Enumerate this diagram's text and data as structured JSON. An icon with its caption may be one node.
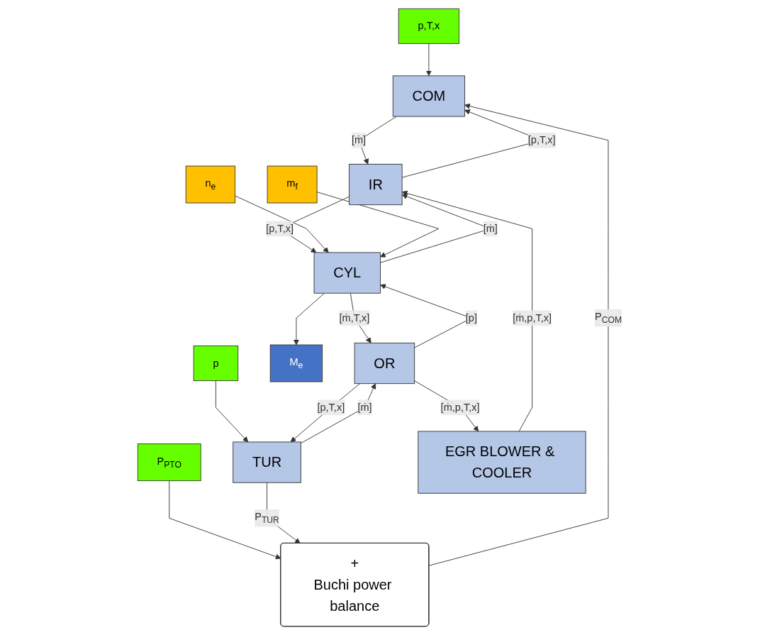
{
  "diagram": {
    "nodes": [
      {
        "text": [
          "p,T,x"
        ]
      },
      {
        "text": [
          "P$_{PTO}$"
        ]
      },
      {
        "text": [
          "p"
        ]
      },
      {
        "text": [
          "COM"
        ]
      },
      {
        "text": [
          "+",
          "Buchi power balance"
        ]
      },
      {
        "text": [
          "TUR"
        ]
      },
      {
        "text": [
          "EGR BLOWER & COOLER"
        ]
      },
      {
        "text": [
          "M$_{e}$"
        ]
      },
      {
        "text": [
          "IR"
        ]
      },
      {
        "text": [
          "CYL"
        ]
      },
      {
        "text": [
          "OR"
        ]
      },
      {
        "text": [
          "n$_{e}$"
        ]
      },
      {
        "text": [
          "m$_{f}$"
        ]
      }
    ],
    "edges": [
      {
        "from": 0,
        "to": 3,
        "arrow": "to"
      },
      {
        "from": 1,
        "to": 4,
        "arrow": "to"
      },
      {
        "from": 2,
        "to": 5,
        "arrow": "to"
      },
      {
        "from": 4,
        "to": 3,
        "arrow": "to",
        "label": "P$_{COM}$"
      },
      {
        "from": 5,
        "to": 4,
        "arrow": "to",
        "label": "P$_{TUR}$"
      },
      {
        "from": 3,
        "to": 8,
        "arrow": "to",
        "label": "[ṁ]"
      },
      {
        "from": 8,
        "to": 3,
        "arrow": "to",
        "label": "[p,T,x]"
      },
      {
        "from": 6,
        "to": 8,
        "arrow": "to",
        "label": "[ṁ,p,T,x]"
      },
      {
        "from": 10,
        "to": 6,
        "arrow": "to",
        "label": "[ṁ,p,T,x]"
      },
      {
        "from": 5,
        "to": 10,
        "arrow": "to",
        "label": "[ṁ]"
      },
      {
        "from": 10,
        "to": 5,
        "arrow": "to",
        "label": "[p,T,x]"
      },
      {
        "from": 9,
        "to": 7,
        "arrow": "to"
      },
      {
        "from": 9,
        "to": 8,
        "arrow": "to",
        "label": "[ṁ]"
      },
      {
        "from": 8,
        "to": 9,
        "arrow": "to",
        "label": "[p,T,x]"
      },
      {
        "from": 10,
        "to": 9,
        "arrow": "to",
        "label": "[p]"
      },
      {
        "from": 9,
        "to": 10,
        "arrow": "to",
        "label": "[ṁ,T,x]"
      },
      {
        "from": 11,
        "to": 9,
        "arrow": "to"
      },
      {
        "from": 12,
        "to": 9,
        "arrow": "to"
      }
    ]
  }
}
